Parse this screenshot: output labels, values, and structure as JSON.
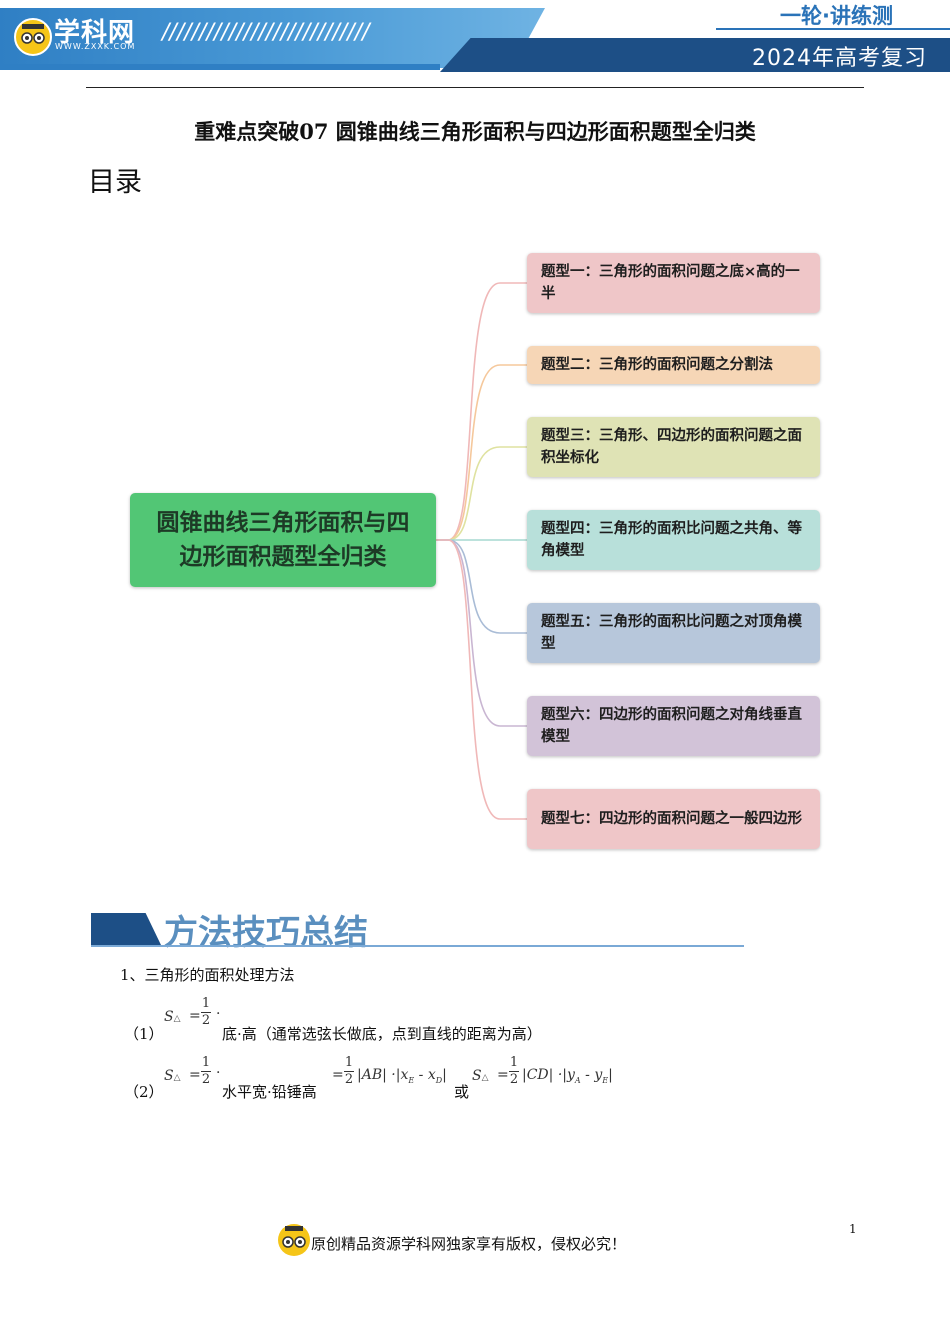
{
  "header": {
    "logo_text": "学科网",
    "logo_sub": "WWW.ZXXK.COM",
    "slashes": "////////////////////////////",
    "series": "一轮·讲练测",
    "year": "2024年高考复习"
  },
  "document": {
    "title": "重难点突破07 圆锥曲线三角形面积与四边形面积题型全归类",
    "toc_heading": "目录"
  },
  "mindmap": {
    "root": "圆锥曲线三角形面积与四边形面积题型全归类",
    "branches": [
      {
        "label": "题型一：三角形的面积问题之底×高的一半",
        "color": "#efc6c8",
        "line": "#f0b8b8"
      },
      {
        "label": "题型二：三角形的面积问题之分割法",
        "color": "#f6d6b6",
        "line": "#f5c89c"
      },
      {
        "label": "题型三：三角形、四边形的面积问题之面积坐标化",
        "color": "#dfe3b5",
        "line": "#dfe2a0"
      },
      {
        "label": "题型四：三角形的面积比问题之共角、等角模型",
        "color": "#b8e0da",
        "line": "#a6d8d0"
      },
      {
        "label": "题型五：三角形的面积比问题之对顶角模型",
        "color": "#b7c7db",
        "line": "#a9bcd6"
      },
      {
        "label": "题型六：四边形的面积问题之对角线垂直模型",
        "color": "#d2c3d8",
        "line": "#c9b6d2"
      },
      {
        "label": "题型七：四边形的面积问题之一般四边形",
        "color": "#efc6c8",
        "line": "#f0b8b8"
      }
    ]
  },
  "section": {
    "title": "方法技巧总结",
    "item1": "1、三角形的面积处理方法",
    "formula1_label": "（1）",
    "formula1_text": "底·高（通常选弦长做底，点到直线的距离为高）",
    "formula2_label": "（2）",
    "formula2_text": "水平宽·铅锤高",
    "formula2_or": "或",
    "s_symbol": "S",
    "tri_sub": "△",
    "equals": "=",
    "one": "1",
    "two": "2",
    "dot": "·",
    "ab": "|AB| ·|x",
    "sub_e": "E",
    "minus_x": " - x",
    "sub_d": "D",
    "abs_close": "|",
    "cd": "|CD| ·|y",
    "sub_a": "A",
    "minus_y": " - y",
    "sub_e2": "E"
  },
  "footer": {
    "copyright": "原创精品资源学科网独家享有版权，侵权必究！",
    "page_number": "1"
  }
}
